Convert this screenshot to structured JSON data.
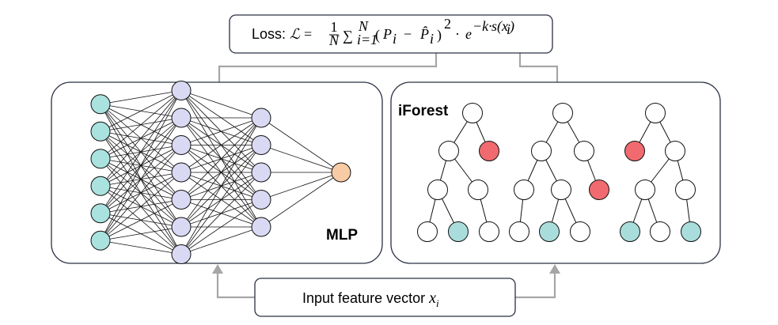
{
  "loss_box": {
    "prefix": "Loss:",
    "script_l": "ℒ",
    "eq": "=",
    "frac_num": "1",
    "frac_den": "N",
    "sum": "∑",
    "sum_lower": "i=1",
    "sum_upper": "N",
    "lparen": "(",
    "p": "P",
    "p_sub": "i",
    "minus": "−",
    "phat": "P̂",
    "phat_sub": "i",
    "rparen": ")",
    "square": "2",
    "dot": "·",
    "e": "e",
    "exp_prefix": "−k·",
    "exp_s": "s(x",
    "exp_s_sub": "i",
    "exp_close": ")",
    "colors": {
      "phat": "#c8742e",
      "s": "#b82020"
    }
  },
  "mlp": {
    "label": "MLP",
    "layer_sizes": [
      6,
      7,
      5,
      1
    ],
    "colors": {
      "input": "#a9e2df",
      "hidden": "#dad9f3",
      "output": "#f8cba5"
    }
  },
  "iforest": {
    "label": "iForest",
    "colors": {
      "node": "#ffffff",
      "anomaly": "#f06a6f",
      "normal_leaf": "#a9dddb"
    }
  },
  "input_box": {
    "text": "Input feature vector ",
    "var": "x",
    "var_sub": "i"
  },
  "arrow_color": "#a6a6a6"
}
